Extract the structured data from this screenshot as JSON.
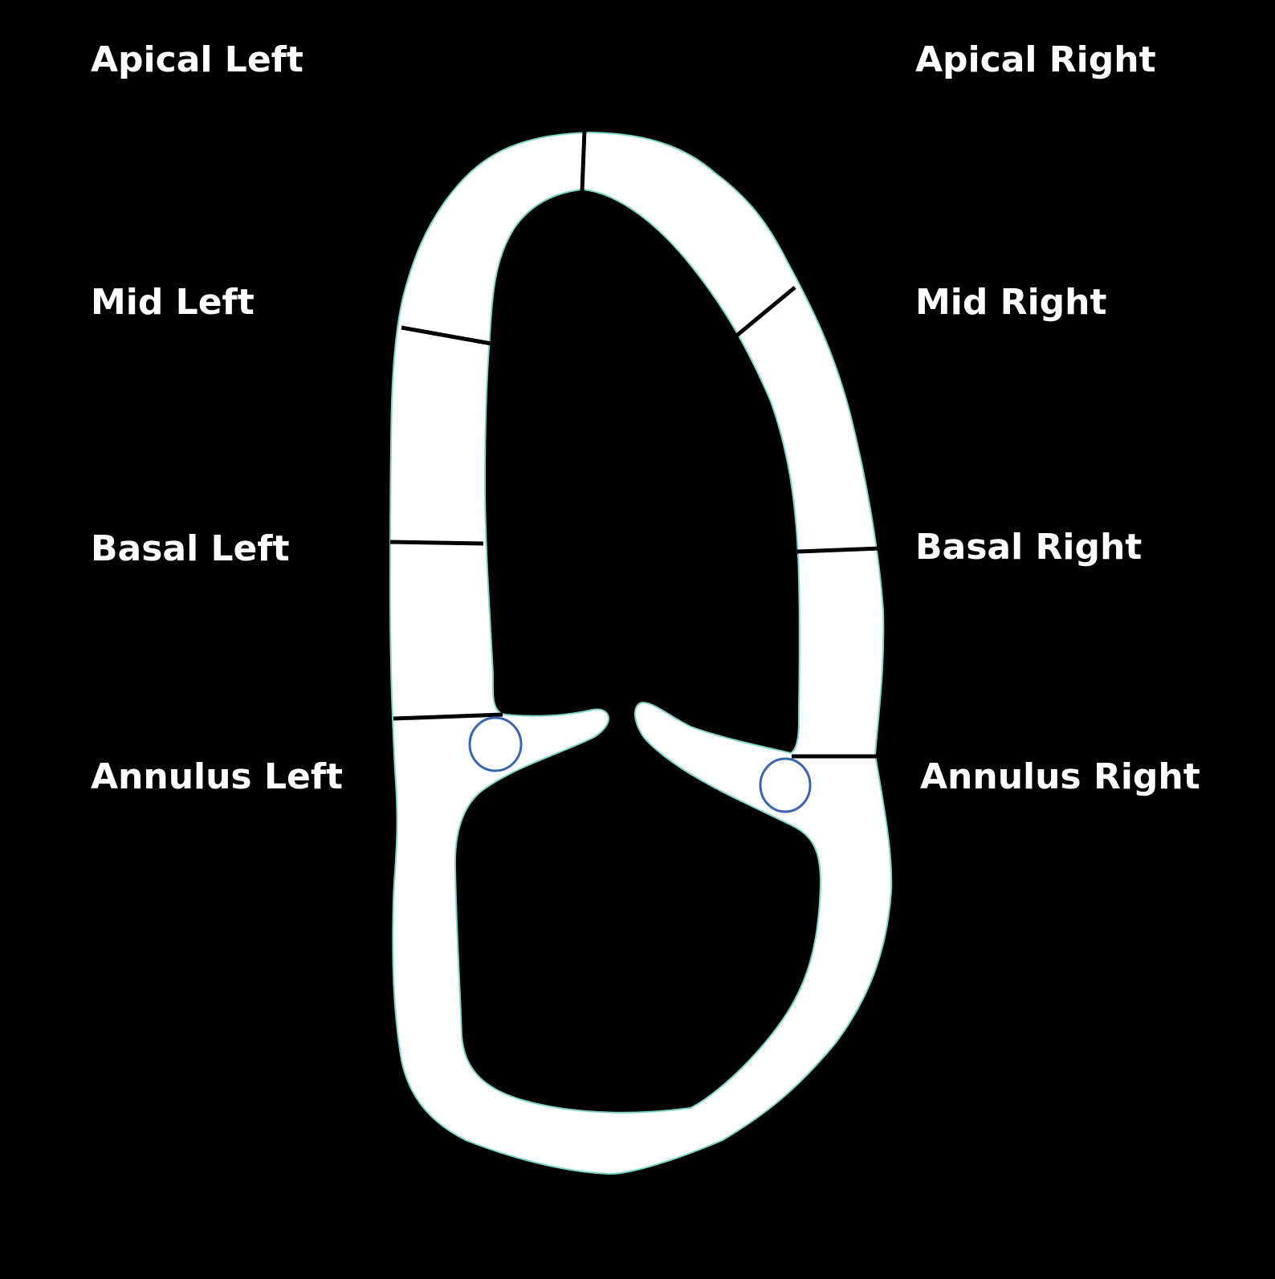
{
  "diagram": {
    "colors": {
      "background": "#000000",
      "wall": "#ffffff",
      "wall_outline": "#7fd6c8",
      "divider": "#000000",
      "marker": "#3a66b0",
      "label": "#ffffff"
    },
    "segments": {
      "apical_left": "Apical Left",
      "apical_right": "Apical Right",
      "mid_left": "Mid Left",
      "mid_right": "Mid Right",
      "basal_left": "Basal Left",
      "basal_right": "Basal Right",
      "annulus_left": "Annulus Left",
      "annulus_right": "Annulus Right"
    }
  }
}
